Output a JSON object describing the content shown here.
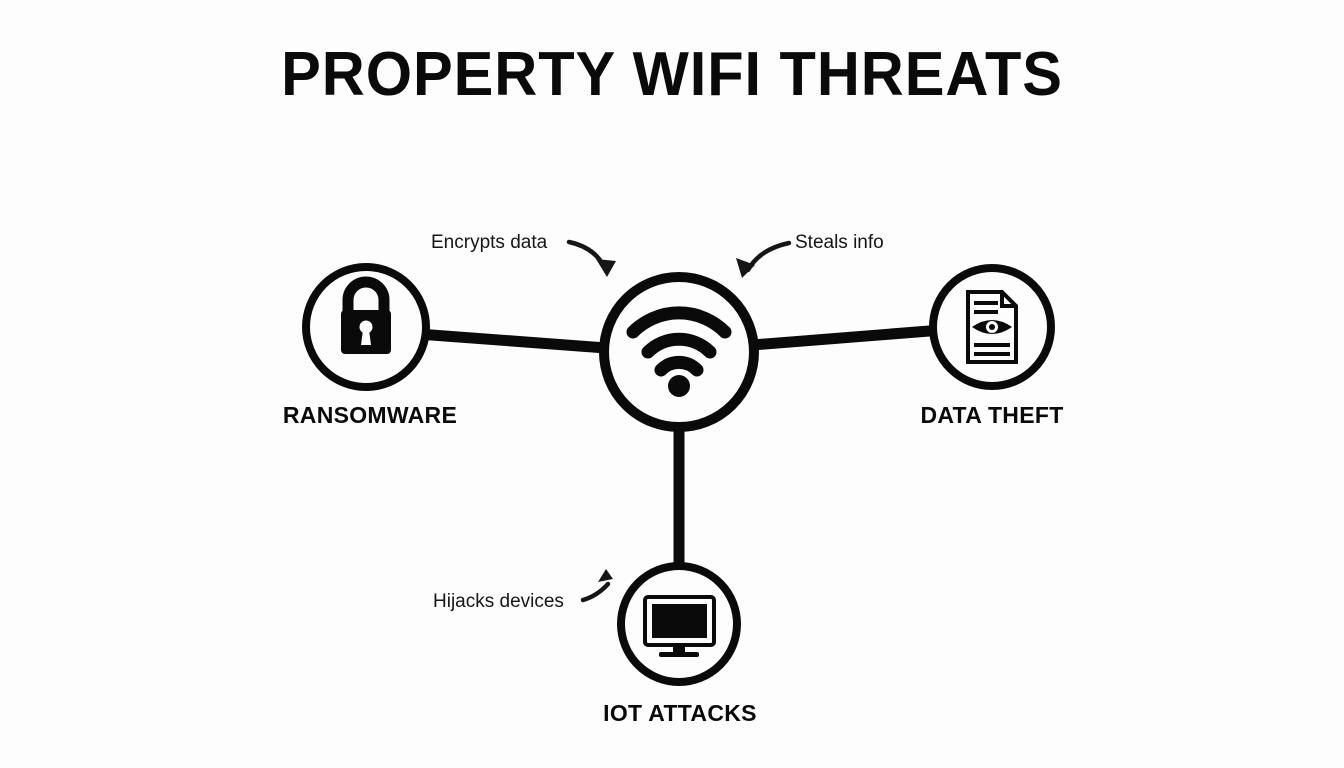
{
  "page": {
    "title": "PROPERTY WIFI THREATS",
    "background_color": "#fdfdfd",
    "ink_color": "#0a0a0a"
  },
  "diagram": {
    "type": "hub-and-spoke",
    "center": {
      "id": "wifi-hub",
      "icon": "wifi-icon",
      "label": ""
    },
    "nodes": [
      {
        "id": "ransomware",
        "label": "RANSOMWARE",
        "icon": "padlock-icon",
        "position": "left"
      },
      {
        "id": "data-theft",
        "label": "DATA THEFT",
        "icon": "document-eye-icon",
        "position": "right"
      },
      {
        "id": "iot-attacks",
        "label": "IOT ATTACKS",
        "icon": "monitor-icon",
        "position": "bottom"
      }
    ],
    "annotations": [
      {
        "id": "encrypts-data",
        "text": "Encrypts data",
        "arrow": "curve-down-right",
        "points_to": "wifi-hub"
      },
      {
        "id": "steals-info",
        "text": "Steals info",
        "arrow": "curve-down-left",
        "points_to": "wifi-hub"
      },
      {
        "id": "hijacks-devices",
        "text": "Hijacks devices",
        "arrow": "curve-up-right",
        "points_to": "iot-attacks"
      }
    ]
  }
}
